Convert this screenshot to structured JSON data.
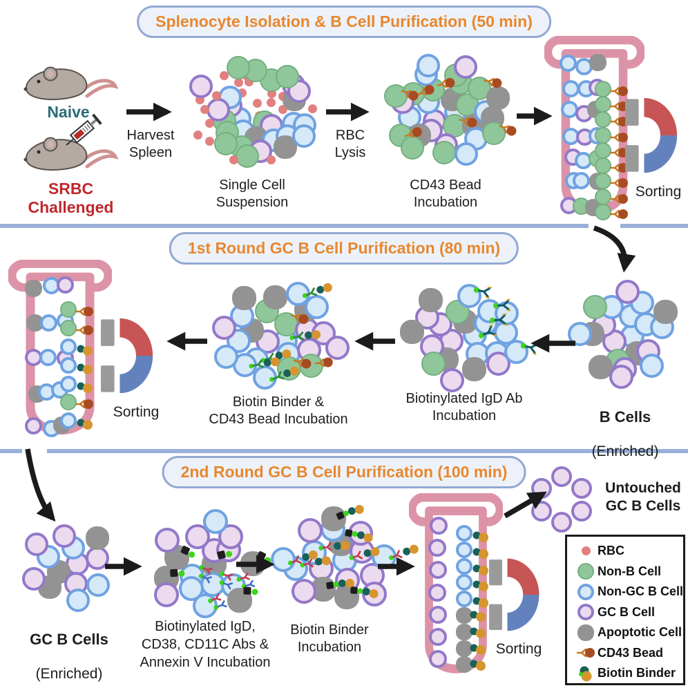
{
  "sections": {
    "row1_title": "Splenocyte Isolation & B Cell Purification (50 min)",
    "row2_title": "1st Round GC B Cell Purification (80 min)",
    "row3_title": "2nd Round GC B Cell Purification (100 min)"
  },
  "labels": {
    "naive": "Naive",
    "srbc": "SRBC\nChallenged",
    "harvest": "Harvest\nSpleen",
    "rbc_lysis": "RBC\nLysis",
    "single_cell": "Single Cell\nSuspension",
    "cd43_incub": "CD43 Bead\nIncubation",
    "sorting1": "Sorting",
    "sorting2": "Sorting",
    "sorting3": "Sorting",
    "b_cells": "B Cells",
    "b_cells_sub": "(Enriched)",
    "igd_incub": "Biotinylated IgD Ab\nIncubation",
    "binder_cd43_incub": "Biotin Binder &\nCD43 Bead Incubation",
    "gc_cells": "GC B Cells",
    "gc_cells_sub": "(Enriched)",
    "abs_annexin_incub": "Biotinylated IgD,\nCD38, CD11C Abs &\nAnnexin V Incubation",
    "binder_incub": "Biotin Binder\nIncubation",
    "untouched": "Untouched\nGC B Cells"
  },
  "legend": {
    "items": [
      {
        "icon": "rbc",
        "label": "RBC"
      },
      {
        "icon": "nonb",
        "label": "Non-B Cell"
      },
      {
        "icon": "nongc",
        "label": "Non-GC B Cell"
      },
      {
        "icon": "gc",
        "label": "GC B Cell"
      },
      {
        "icon": "apo",
        "label": "Apoptotic Cell"
      },
      {
        "icon": "cd43",
        "label": "CD43 Bead"
      },
      {
        "icon": "binder",
        "label": "Biotin Binder"
      }
    ]
  },
  "colors": {
    "title": "#e8872e",
    "pill_border": "#92a9d2",
    "pill_bg": "#edf2fa",
    "divider": "#9ab0d9",
    "naive": "#2a6b75",
    "srbc": "#c0282d",
    "text": "#1d1d1d",
    "rbc": "#e28080",
    "non_b": "#8fc79a",
    "non_b_edge": "#74ae80",
    "non_gc_fill": "#d6e9f8",
    "non_gc_edge": "#6fa2e2",
    "gc_fill": "#ecdbee",
    "gc_edge": "#9278c9",
    "apoptotic": "#939393",
    "tube": "#dd93a7",
    "magnet_red": "#c75555",
    "magnet_blue": "#6382bd",
    "magnet_gray": "#9a9a9a",
    "bead_brown": "#a84b22",
    "bead_stem": "#c87820",
    "ab_teal": "#0e5a66",
    "biotin_green": "#3ed41d",
    "binder_teal": "#176158",
    "binder_orange": "#d6952f",
    "ab_red": "#c23a50",
    "ab_blue": "#3f6fc1",
    "annexin_black": "#1d1d1d",
    "mouse_body": "#b4aaa3",
    "mouse_outline": "#5a524b",
    "mouse_tail": "#cf9191"
  },
  "clusters": {
    "suspension": [
      "rbc",
      "nongc",
      "rbc",
      "nonb",
      "gc",
      "rbc",
      "nongc",
      "rbc",
      "gc",
      "nonb",
      "rbc",
      "apo",
      "nongc",
      "rbc",
      "nonb",
      "rbc",
      "nongc",
      "gc",
      "rbc",
      "nonb",
      "rbc",
      "nongc",
      "rbc",
      "nonb",
      "gc",
      "rbc",
      "apo",
      "nonb",
      "rbc",
      "nongc",
      "rbc",
      "gc",
      "nonb",
      "rbc",
      "nongc",
      "rbc",
      "nonb",
      "apo",
      "rbc",
      "gc",
      "rbc",
      "nonb",
      "nongc",
      "rbc",
      "nonb",
      "rbc",
      "gc",
      "rbc"
    ],
    "cd43": [
      "nongc",
      "gc",
      "apo",
      "nonb+cd43",
      "nongc",
      "nonb",
      "gc",
      "nonb+cd43",
      "apo",
      "nongc",
      "nonb",
      "gc",
      "nonb+cd43",
      "nongc",
      "apo",
      "nonb",
      "nongc",
      "gc",
      "nonb+cd43",
      "nonb",
      "nongc",
      "apo",
      "nonb+cd43",
      "gc",
      "nongc",
      "nonb+cd43",
      "apo",
      "nonb",
      "nongc",
      "nonb+cd43"
    ],
    "bcells": [
      "nongc",
      "gc",
      "nongc",
      "apo",
      "gc",
      "nongc",
      "nonb",
      "nongc",
      "gc",
      "apo",
      "nongc",
      "gc",
      "nonb",
      "nongc",
      "apo",
      "gc",
      "nongc",
      "nongc",
      "apo",
      "gc"
    ],
    "igd": [
      "nongc+igd",
      "gc",
      "apo",
      "nongc",
      "gc",
      "nongc+igd",
      "apo",
      "nonb",
      "nongc",
      "gc",
      "nongc+igd",
      "apo",
      "gc",
      "nongc",
      "nonb",
      "nongc+igd",
      "gc",
      "apo",
      "nongc",
      "gc",
      "apo",
      "nongc+igd"
    ],
    "bindercd43": [
      "nongc+bindchain",
      "gc",
      "nonb+cd43",
      "nongc",
      "apo",
      "gc",
      "nongc+bindchain",
      "nonb",
      "gc",
      "nongc",
      "apo",
      "nonb+cd43",
      "nongc",
      "gc",
      "nongc+bindchain",
      "apo",
      "nonb+cd43",
      "gc",
      "nongc",
      "nongc+bindchain",
      "apo",
      "gc",
      "nongc",
      "nongc+bindchain"
    ],
    "gccells": [
      "gc",
      "apo",
      "nongc",
      "gc",
      "nongc",
      "gc",
      "apo",
      "gc",
      "nongc",
      "gc",
      "apo",
      "nongc",
      "gc"
    ],
    "absannexin": [
      "apo+annexin",
      "nongc+multiab",
      "gc",
      "nongc+multiab",
      "apo+annexin",
      "gc",
      "nongc",
      "gc",
      "nongc+multiab",
      "apo+annexin",
      "gc",
      "nongc+multiab",
      "gc",
      "apo+annexin",
      "gc",
      "nongc",
      "apo+annexin"
    ],
    "binderincub": [
      "nongc+fullchain",
      "gc",
      "apo+annexchain",
      "gc",
      "nongc+fullchain",
      "gc",
      "apo+annexchain",
      "nongc",
      "gc",
      "nongc+fullchain",
      "gc",
      "apo+annexchain",
      "gc",
      "nongc+fullchain",
      "gc",
      "apo+annexchain",
      "gc",
      "nongc+fullchain"
    ],
    "untouched": [
      "gc",
      "gc",
      "gc",
      "gc",
      "gc",
      "gc"
    ]
  },
  "tubes": {
    "tube1": {
      "free": [
        "nongc",
        "nongc",
        "apo",
        "nongc",
        "nongc",
        "gc",
        "nongc",
        "gc",
        "apo",
        "nongc",
        "gc",
        "nongc",
        "gc",
        "nongc",
        "nonb",
        "nongc",
        "nongc",
        "apo",
        "gc",
        "nonb",
        "apo"
      ],
      "bound": [
        "nonb+cd43",
        "nonb+cd43",
        "nonb+cd43",
        "nonb+cd43",
        "nonb+cd43",
        "nonb+cd43",
        "nonb+cd43",
        "nonb+cd43",
        "nonb+cd43"
      ]
    },
    "tube2": {
      "free": [
        "apo",
        "nongc",
        "gc",
        "apo",
        "nongc",
        "nongc",
        "gc",
        "nongc",
        "gc",
        "apo",
        "nongc",
        "nongc",
        "gc",
        "nongc",
        "apo"
      ],
      "bound": [
        "nonb+cd43",
        "nonb+cd43",
        "nongc+bind",
        "nongc+bind",
        "nongc+bind",
        "nonb+cd43",
        "nongc+bind"
      ]
    },
    "tube3": {
      "free": [
        "gc",
        "gc",
        "gc",
        "gc",
        "gc",
        "gc",
        "gc"
      ],
      "bound": [
        "nongc+bind",
        "nongc+bind",
        "nongc+bind",
        "nongc+bind",
        "nongc+bind",
        "apo+bind",
        "apo+bind",
        "apo+bind",
        "apo+bind"
      ]
    }
  }
}
